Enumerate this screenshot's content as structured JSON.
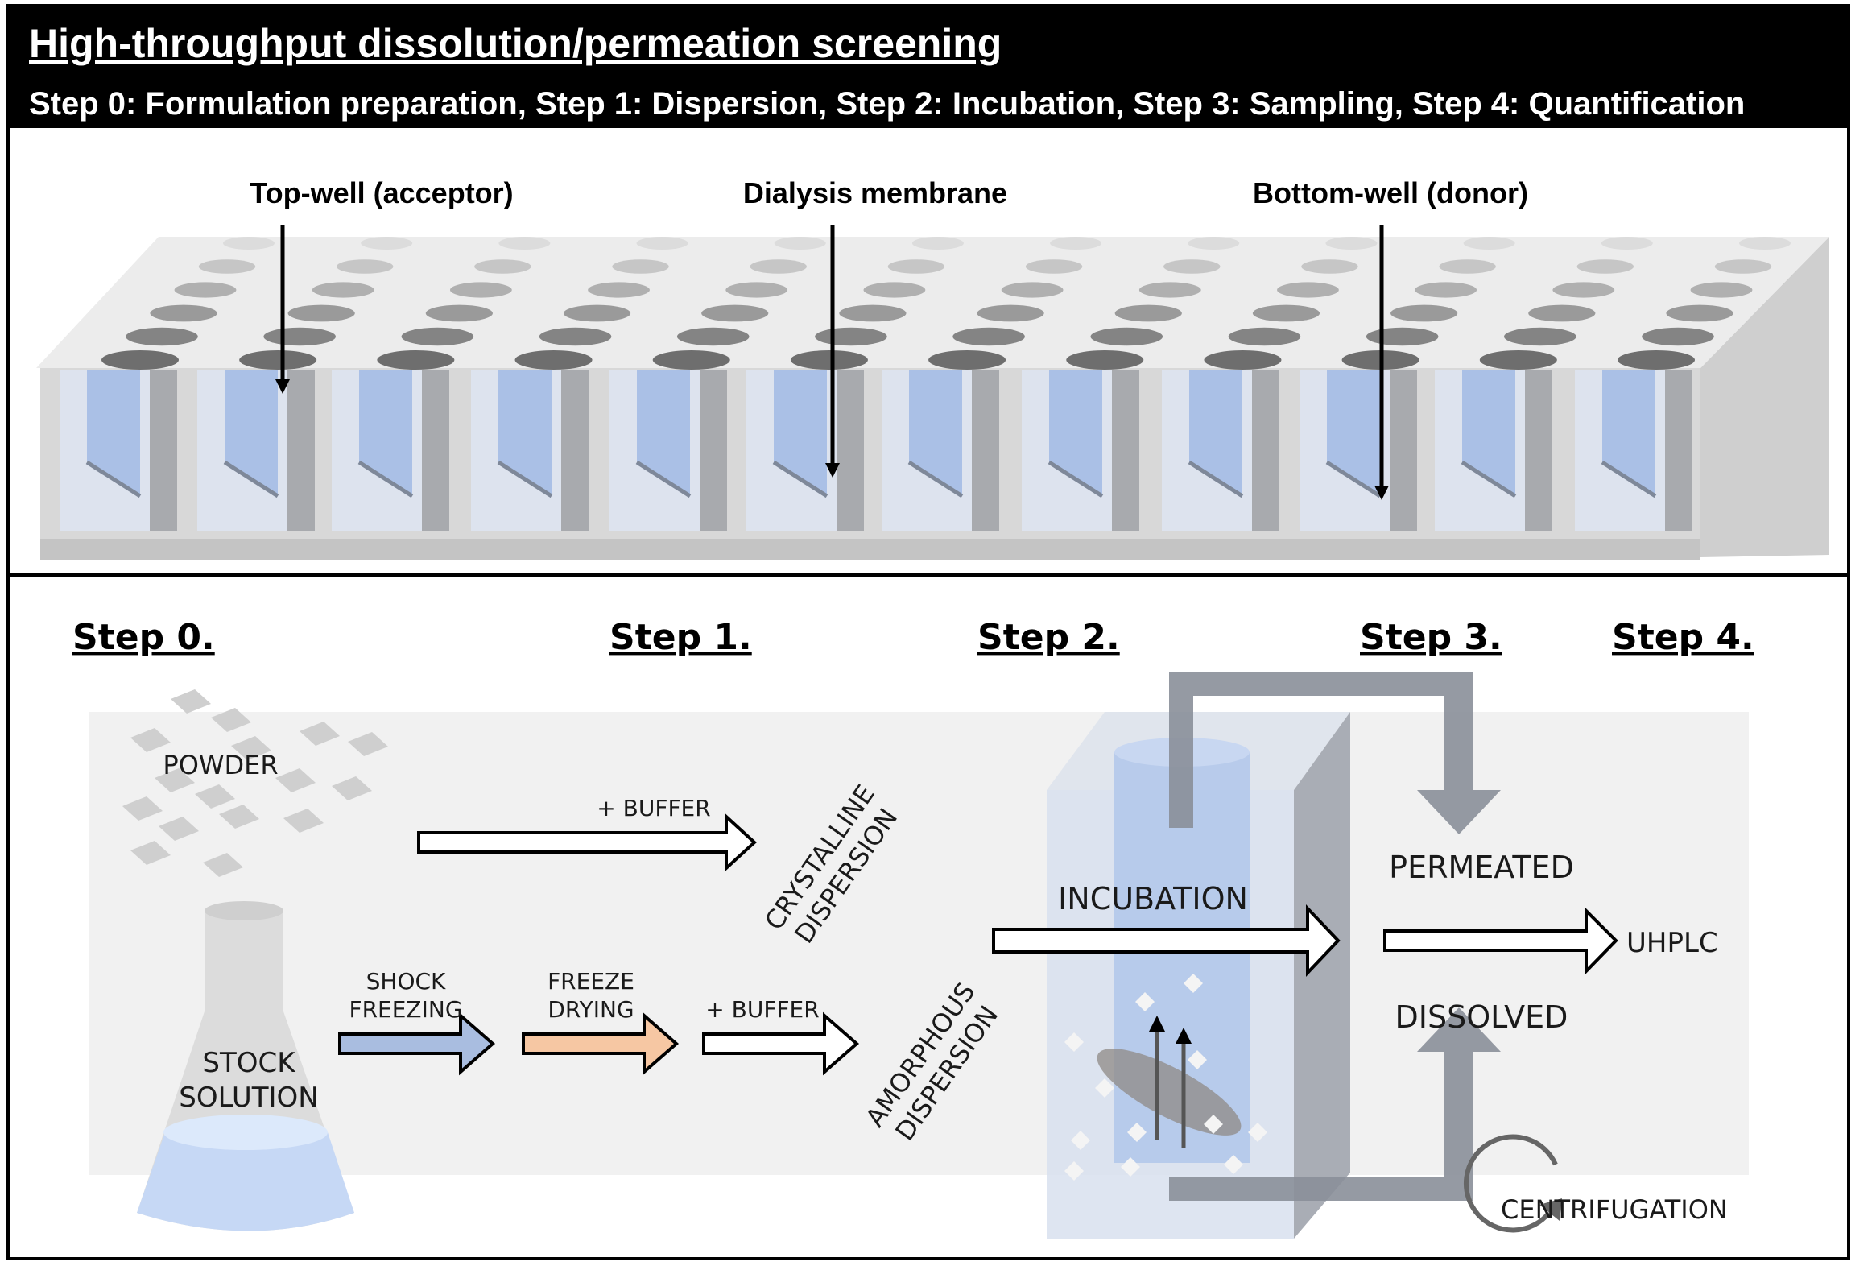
{
  "header": {
    "title": "High-throughput dissolution/permeation screening",
    "steps_line": "Step 0: Formulation preparation, Step 1: Dispersion, Step 2: Incubation, Step 3: Sampling, Step 4: Quantification"
  },
  "plate": {
    "labels": {
      "top_well": "Top-well (acceptor)",
      "membrane": "Dialysis membrane",
      "bottom_well": "Bottom-well (donor)"
    },
    "colors": {
      "plate": "#d8d8d8",
      "well_top": "#ececec",
      "liquid": "#aac0e6",
      "hole": "#7a7a7a"
    }
  },
  "workflow": {
    "steps": [
      "Step 0.",
      "Step 1.",
      "Step 2.",
      "Step 3.",
      "Step 4."
    ],
    "powder": "POWDER",
    "buffer_top": "+ BUFFER",
    "crystalline_1": "CRYSTALLINE",
    "crystalline_2": "DISPERSION",
    "stock_1": "STOCK",
    "stock_2": "SOLUTION",
    "shock_1": "SHOCK",
    "shock_2": "FREEZING",
    "freeze_1": "FREEZE",
    "freeze_2": "DRYING",
    "buffer_bottom": "+ BUFFER",
    "amorphous_1": "AMORPHOUS",
    "amorphous_2": "DISPERSION",
    "incubation": "INCUBATION",
    "permeated": "PERMEATED",
    "dissolved": "DISSOLVED",
    "uhplc": "UHPLC",
    "centrifugation": "CENTRIFUGATION",
    "colors": {
      "shock_arrow": "#a9bde0",
      "freeze_arrow": "#f6c7a3",
      "sampling_arrow": "#8a8f99"
    }
  }
}
